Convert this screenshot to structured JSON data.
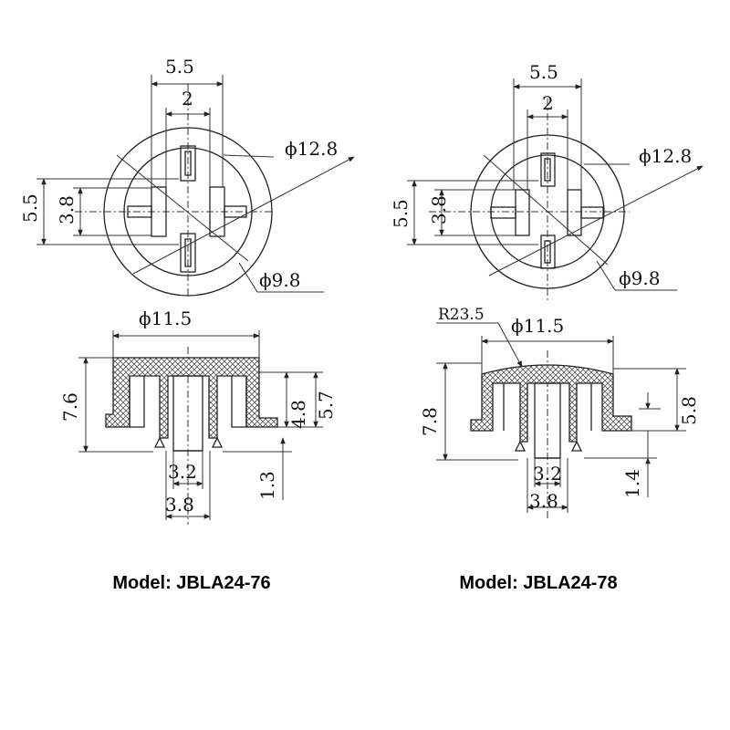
{
  "drawings": [
    {
      "id": "left",
      "model_label": "Model: JBLA24-76",
      "top_view": {
        "width_outer": "5.5",
        "width_inner": "2",
        "height_outer": "5.5",
        "height_inner": "3.8",
        "diameter_outer": "ϕ12.8",
        "diameter_inner": "ϕ9.8"
      },
      "side_view": {
        "top_diameter": "ϕ11.5",
        "total_height": "7.6",
        "body_height": "4.8",
        "skirt_height": "5.7",
        "stem_below": "1.3",
        "bore_inner": "3.2",
        "bore_outer": "3.8"
      }
    },
    {
      "id": "right",
      "model_label": "Model: JBLA24-78",
      "top_view": {
        "width_outer": "5.5",
        "width_inner": "2",
        "height_outer": "5.5",
        "height_inner": "3.8",
        "diameter_outer": "ϕ12.8",
        "diameter_inner": "ϕ9.8"
      },
      "side_view": {
        "dome_radius": "R23.5",
        "top_diameter": "ϕ11.5",
        "total_height": "7.8",
        "skirt_height": "5.8",
        "stem_below": "1.4",
        "bore_inner": "3.2",
        "bore_outer": "3.8"
      }
    }
  ]
}
